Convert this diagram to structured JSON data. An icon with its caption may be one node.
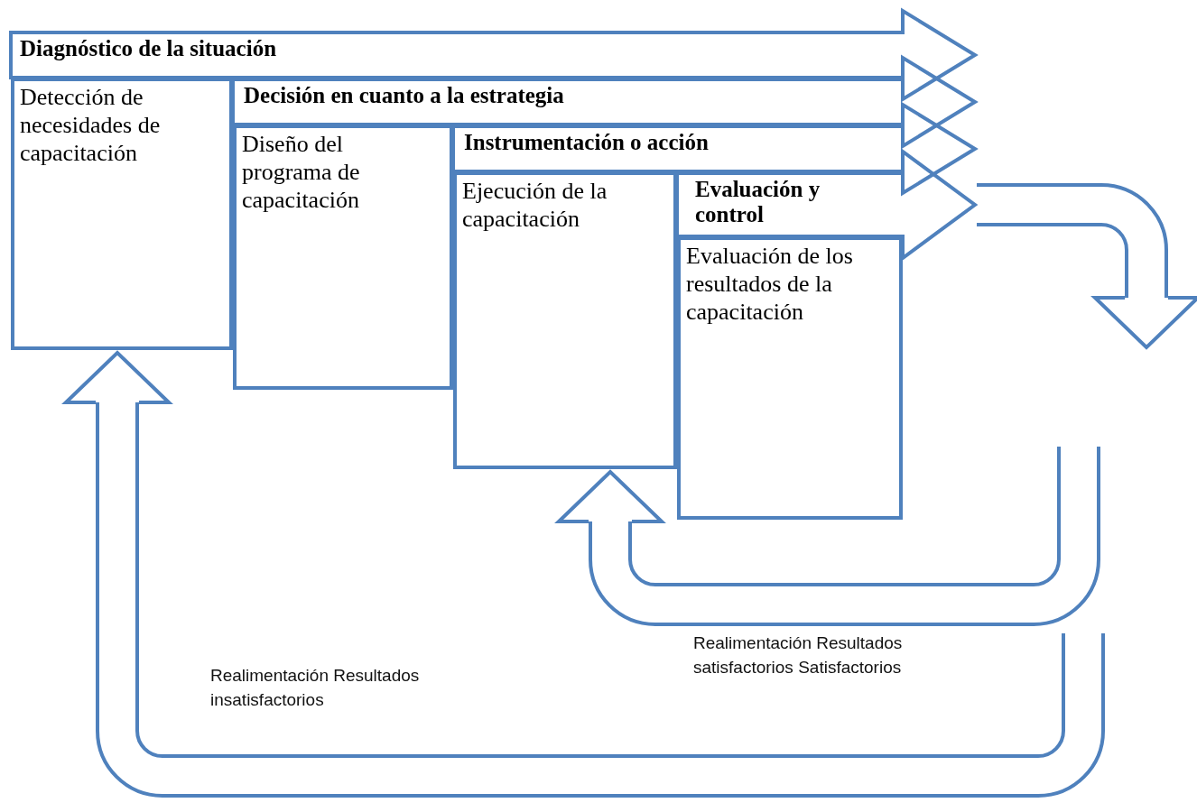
{
  "diagram": {
    "nodes": [
      {
        "text": [
          "Diagnóstico de la situación"
        ]
      },
      {
        "text": [
          "Detección de necesidades de capacitación"
        ]
      },
      {
        "text": [
          "Decisión en cuanto a la estrategia"
        ]
      },
      {
        "text": [
          "Diseño del programa de capacitación"
        ]
      },
      {
        "text": [
          "Instrumentación o acción"
        ]
      },
      {
        "text": [
          "Ejecución de la capacitación"
        ]
      },
      {
        "text": [
          "Evaluación y control"
        ]
      },
      {
        "text": [
          "Evaluación de los resultados de la capacitación"
        ]
      }
    ],
    "edges": [
      {
        "from": 6,
        "to": null,
        "arrow": "to"
      },
      {
        "from": null,
        "to": 5,
        "arrow": "to",
        "label": "Realimentación Resultados satisfactorios Satisfactorios"
      },
      {
        "from": null,
        "to": 1,
        "arrow": "to",
        "label": "Realimentación Resultados insatisfactorios"
      }
    ]
  }
}
